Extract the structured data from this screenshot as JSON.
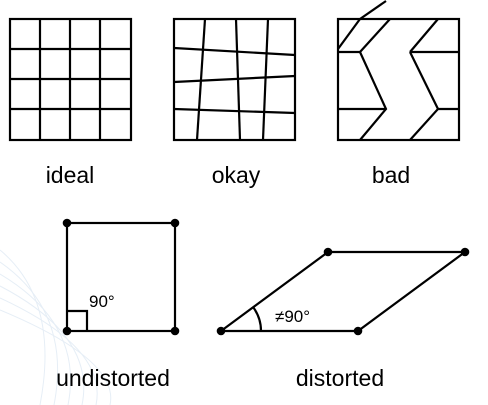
{
  "grids": {
    "ideal": {
      "label": "ideal"
    },
    "okay": {
      "label": "okay"
    },
    "bad": {
      "label": "bad"
    }
  },
  "shapes": {
    "undistorted": {
      "label": "undistorted",
      "angle": "90°"
    },
    "distorted": {
      "label": "distorted",
      "angle": "≠90°"
    }
  },
  "colors": {
    "stroke": "#000000",
    "background": "#ffffff",
    "watermark": "#e6eef6"
  }
}
